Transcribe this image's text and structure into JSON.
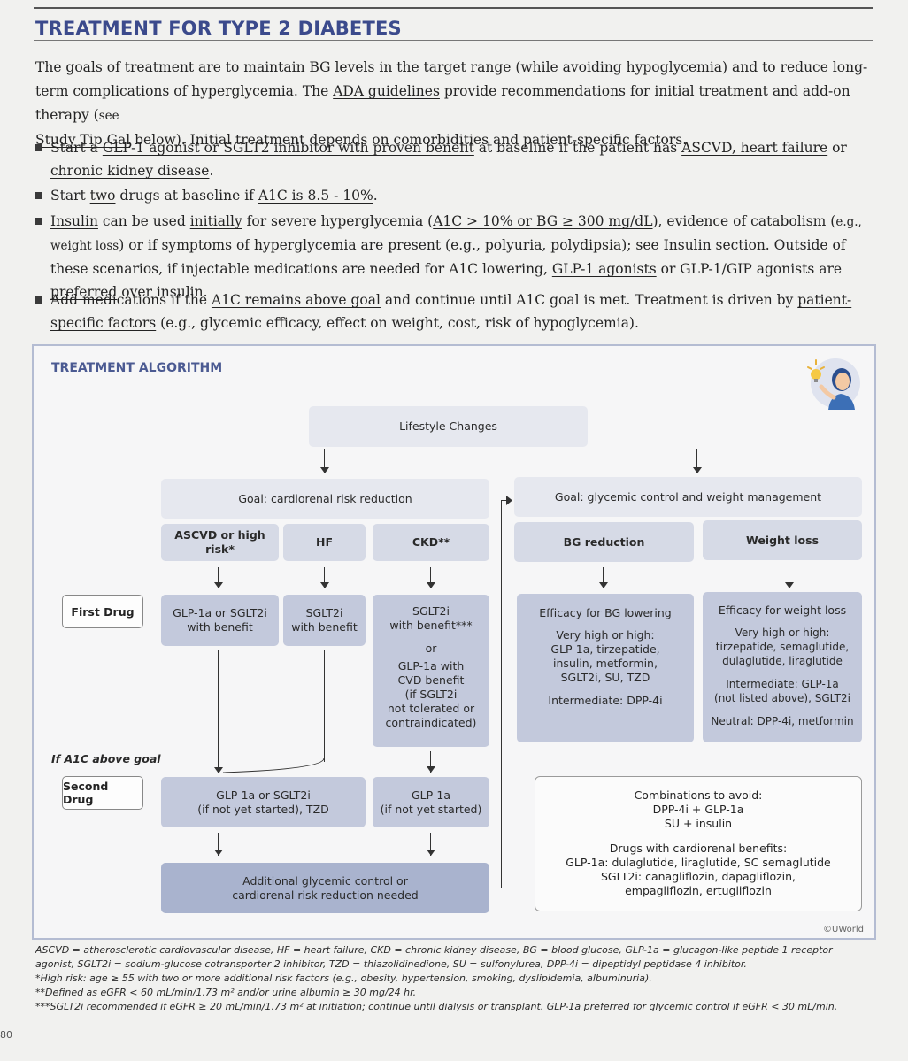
{
  "header": {
    "title": "TREATMENT FOR TYPE 2 DIABETES"
  },
  "intro": {
    "p1": "The goals of treatment are to maintain BG levels in the target range (while avoiding hypoglycemia) and to reduce long-term complications of hyperglycemia. The ",
    "p1_link": "ADA guidelines",
    "p2": " provide recommendations for initial treatment and add-on therapy (",
    "p2_small": "see",
    "p3_link": "Study Tip Gal",
    "p4": " below). Initial treatment depends on comorbidities and patient-specific factors."
  },
  "bullets": [
    {
      "a": "Start a ",
      "a_u": "GLP-1 agonist or SGLT2 inhibitor with proven benefit",
      "b": " at baseline if the patient has ",
      "b_u": "ASCVD, heart failure",
      "c": " or ",
      "c_u": "chronic kidney disease",
      "d": "."
    },
    {
      "a": "Start ",
      "a_u": "two",
      "b": " drugs at baseline if ",
      "b_u": "A1C is 8.5 - 10%",
      "c": "."
    },
    {
      "a_u": "Insulin",
      "a": " can be used ",
      "b_u": "initially",
      "b": " for severe hyperglycemia (",
      "c_u": "A1C > 10% or BG ≥ 300 mg/dL",
      "c": "), evidence of catabolism (",
      "c_small": "e.g., weight loss",
      "d": ") or if symptoms of hyperglycemia are present (e.g., polyuria, polydipsia); see Insulin section. Outside of these scenarios, if injectable medications are needed for A1C lowering, ",
      "d_u": "GLP-1 agonists",
      "e": " or GLP-1/GIP agonists are ",
      "e_u": "preferred",
      "f": " over insulin."
    },
    {
      "a": "Add medications if the ",
      "a_u": "A1C remains above goal",
      "b": " and continue until A1C goal is met. Treatment is driven by ",
      "b_u": "patient-specific factors",
      "c": " (e.g., glycemic efficacy, effect on weight, cost, risk of hypoglycemia)."
    }
  ],
  "algorithm": {
    "title": "TREATMENT ALGORITHM",
    "lifestyle": "Lifestyle Changes",
    "goal_left": "Goal: cardiorenal risk reduction",
    "goal_right": "Goal: glycemic control and weight management",
    "cat_ascvd": "ASCVD or high risk*",
    "cat_hf": "HF",
    "cat_ckd": "CKD**",
    "cat_bg": "BG reduction",
    "cat_weight": "Weight loss",
    "label_first": "First Drug",
    "label_if": "If A1C above goal",
    "label_second": "Second Drug",
    "first_ascvd": [
      "GLP-1a or SGLT2i",
      "with benefit"
    ],
    "first_hf": [
      "SGLT2i",
      "with benefit"
    ],
    "first_ckd": [
      "SGLT2i",
      "with benefit***",
      "or",
      "GLP-1a with",
      "CVD benefit",
      "(if SGLT2i",
      "not tolerated or",
      "contraindicated)"
    ],
    "bg_box": {
      "head": "Efficacy for BG lowering",
      "lines": [
        "Very high or high:",
        "GLP-1a, tirzepatide,",
        "insulin, metformin,",
        "SGLT2i, SU, TZD"
      ],
      "inter": "Intermediate: DPP-4i"
    },
    "weight_box": {
      "head": "Efficacy for weight loss",
      "lines": [
        "Very high or high:",
        "tirzepatide, semaglutide,",
        "dulaglutide, liraglutide"
      ],
      "inter": [
        "Intermediate: GLP-1a",
        "(not listed above), SGLT2i"
      ],
      "neutral": "Neutral: DPP-4i, metformin"
    },
    "second_left": [
      "GLP-1a or SGLT2i",
      "(if not yet started), TZD"
    ],
    "second_ckd": [
      "GLP-1a",
      "(if not yet started)"
    ],
    "additional": [
      "Additional glycemic control or",
      "cardiorenal risk reduction needed"
    ],
    "avoid": {
      "head": "Combinations to avoid:",
      "lines": [
        "DPP-4i + GLP-1a",
        "SU + insulin"
      ],
      "cardio_head": "Drugs with cardiorenal benefits:",
      "cardio_lines": [
        "GLP-1a: dulaglutide, liraglutide, SC semaglutide",
        "SGLT2i: canagliflozin, dapagliflozin,",
        "empagliflozin, ertugliflozin"
      ]
    },
    "copyright": "©UWorld"
  },
  "footnotes": [
    "ASCVD = atherosclerotic cardiovascular disease, HF = heart failure, CKD = chronic kidney disease, BG = blood glucose, GLP-1a = glucagon-like peptide 1 receptor agonist, SGLT2i = sodium-glucose cotransporter 2 inhibitor, TZD = thiazolidinedione, SU = sulfonylurea, DPP-4i = dipeptidyl peptidase 4 inhibitor.",
    "*High risk: age ≥ 55 with two or more additional risk factors (e.g., obesity, hypertension, smoking, dyslipidemia, albuminuria).",
    "**Defined as eGFR < 60 mL/min/1.73 m² and/or urine albumin ≥ 30 mg/24 hr.",
    "***SGLT2i recommended if eGFR ≥ 20 mL/min/1.73 m² at initiation; continue until dialysis or transplant. GLP-1a preferred for glycemic control if eGFR < 30 mL/min."
  ],
  "page_number": "80"
}
